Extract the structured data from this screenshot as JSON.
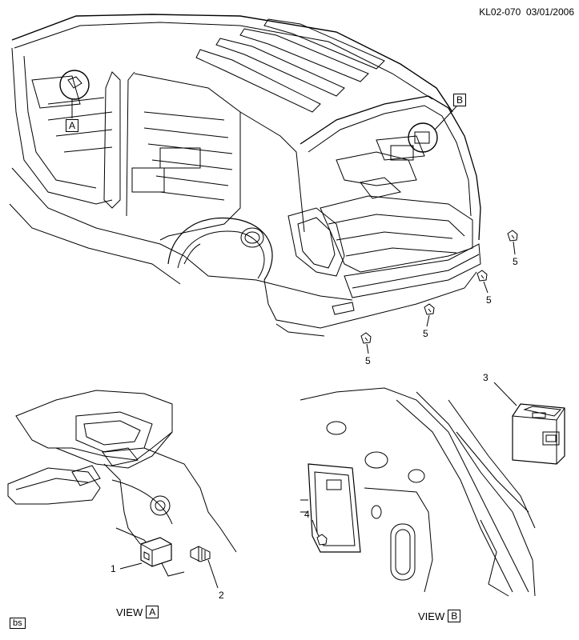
{
  "document_id": "KL02-070",
  "document_date": "03/01/2006",
  "callout_boxes": [
    "A",
    "B"
  ],
  "item_numbers": [
    "1",
    "2",
    "3",
    "4",
    "5"
  ],
  "view_a": {
    "prefix": "VIEW",
    "letter": "A"
  },
  "view_b": {
    "prefix": "VIEW",
    "letter": "B"
  },
  "corner_tag": "bs"
}
